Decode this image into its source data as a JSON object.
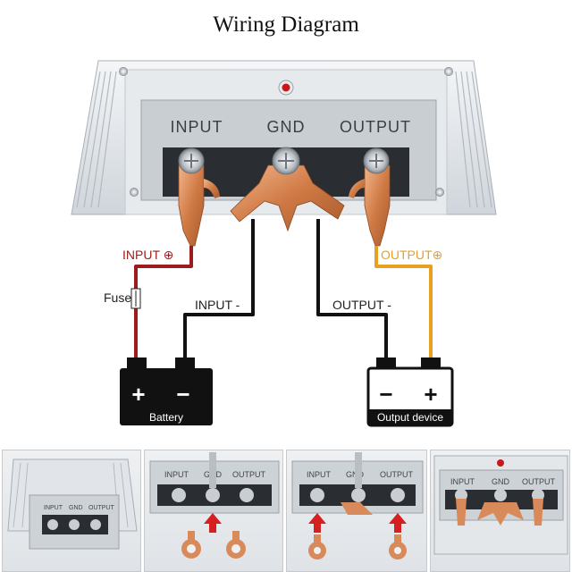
{
  "title": "Wiring Diagram",
  "terminals": {
    "input": "INPUT",
    "gnd": "GND",
    "output": "OUTPUT"
  },
  "wires": {
    "input_pos": "INPUT ⊕",
    "input_neg": "INPUT -",
    "output_pos": "OUTPUT⊕",
    "output_neg": "OUTPUT  -",
    "fuse": "Fuse"
  },
  "devices": {
    "battery": {
      "label": "Battery",
      "pos": "+",
      "neg": "−"
    },
    "output_device": {
      "label": "Output device",
      "pos": "+",
      "neg": "−"
    }
  },
  "colors": {
    "input_pos_wire": "#9b1c1c",
    "output_pos_wire": "#e8a020",
    "neg_wire": "#111111",
    "copper": "#d98a5a"
  },
  "thumbnails": {
    "t1": {
      "input": "INPUT",
      "gnd": "GND",
      "output": "OUTPUT"
    },
    "t2": {
      "input": "INPUT",
      "gnd": "GND",
      "output": "OUTPUT"
    },
    "t3": {
      "input": "INPUT",
      "gnd": "GND",
      "output": "OUTPUT"
    },
    "t4": {
      "input": "INPUT",
      "gnd": "GND",
      "output": "OUTPUT"
    }
  }
}
